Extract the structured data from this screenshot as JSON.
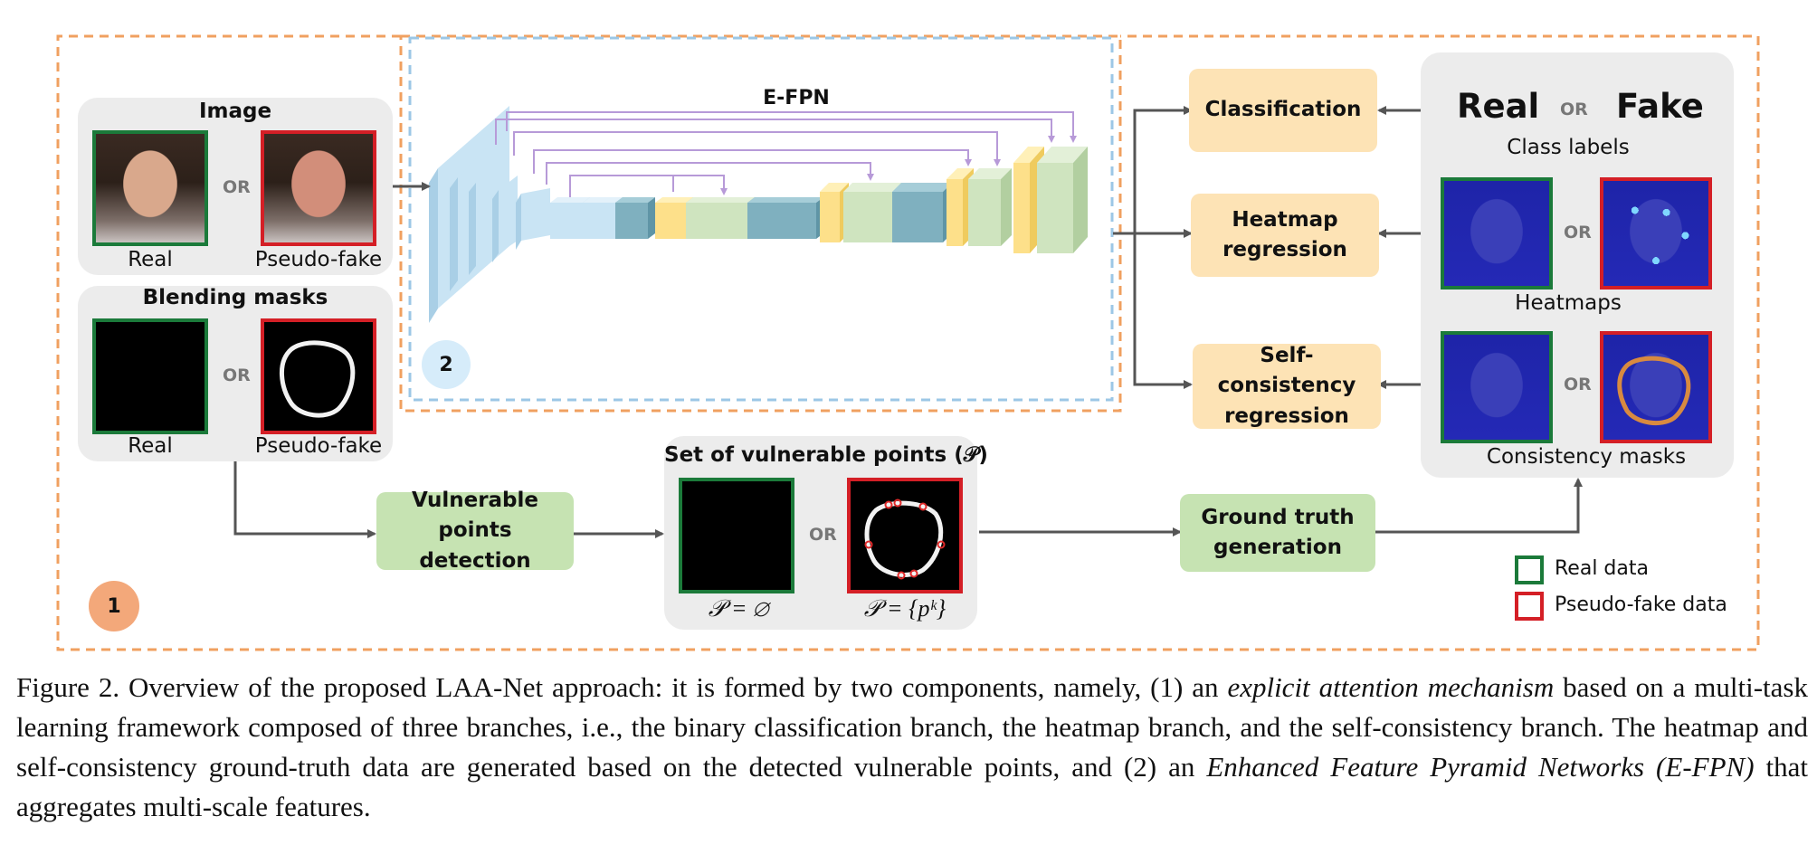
{
  "figure": {
    "efpn_label": "E-FPN",
    "badge_1": "1",
    "badge_2": "2",
    "image_panel": {
      "title": "Image",
      "real_label": "Real",
      "fake_label": "Pseudo-fake",
      "or": "OR"
    },
    "masks_panel": {
      "title": "Blending masks",
      "real_label": "Real",
      "fake_label": "Pseudo-fake",
      "or": "OR"
    },
    "vuln_detection": "Vulnerable points detection",
    "vuln_set": {
      "title": "Set of vulnerable points (𝒫)",
      "or": "OR",
      "empty_formula": "𝒫 = ∅",
      "set_formula": "𝒫 = {pᵏ}"
    },
    "ground_truth": "Ground truth generation",
    "heads": {
      "classification": "Classification",
      "heatmap": "Heatmap regression",
      "self_consistency": "Self-consistency regression"
    },
    "targets": {
      "real_word": "Real",
      "or": "OR",
      "fake_word": "Fake",
      "class_labels": "Class labels",
      "heatmaps": "Heatmaps",
      "consistency_masks": "Consistency masks"
    },
    "legend": {
      "real": "Real data",
      "fake": "Pseudo-fake data"
    },
    "colors": {
      "real_border": "#1b7a3a",
      "fake_border": "#d41f26",
      "orange_box": "#fde3b5",
      "green_box": "#c6e3b2",
      "dash_orange": "#f0a060",
      "dash_blue": "#9cc7e6"
    }
  },
  "caption": {
    "prefix": "Figure 2.  Overview of the proposed LAA-Net approach: it is formed by two components, namely, (1) an ",
    "em1": "explicit attention mechanism",
    "mid": " based on a multi-task learning framework composed of three branches, i.e., the binary classification branch, the heatmap branch, and the self-consistency branch.  The heatmap and self-consistency ground-truth data are generated based on the detected vulnerable points, and (2) an ",
    "em2": "Enhanced Feature Pyramid Networks (E-FPN)",
    "suffix": " that aggregates multi-scale features."
  }
}
